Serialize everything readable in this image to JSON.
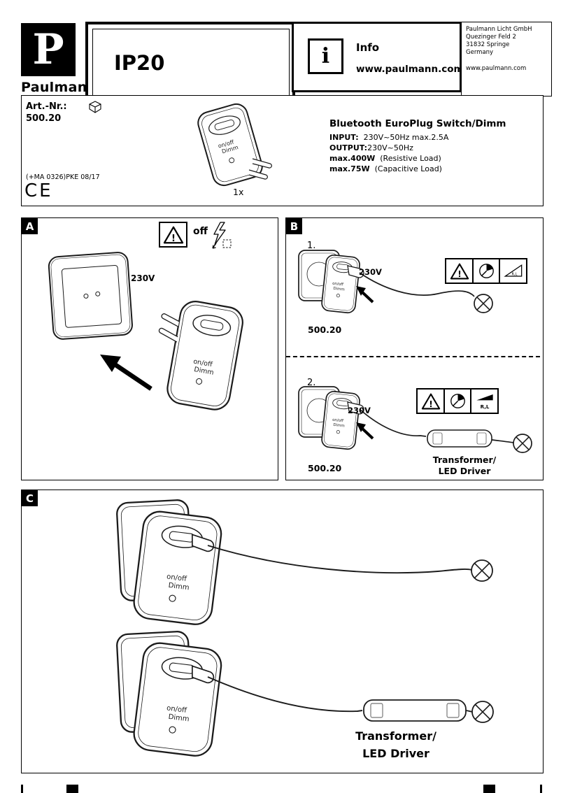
{
  "header": {
    "logo_letter": "P",
    "brand": "Paulmann",
    "ip_rating": "IP20",
    "info": {
      "icon": "i",
      "label": "Info",
      "url": "www.paulmann.com"
    },
    "address": {
      "line1": "Paulmann Licht GmbH",
      "line2": "Quezinger Feld 2",
      "line3": "31832 Springe",
      "line4": "Germany",
      "url": "www.paulmann.com"
    }
  },
  "product": {
    "art_label": "Art.-Nr.:",
    "art_number": "500.20",
    "quantity": "1x",
    "title": "Bluetooth EuroPlug Switch/Dimm",
    "input_label": "INPUT:",
    "input_value": "230V~50Hz max.2.5A",
    "output_label": "OUTPUT:",
    "output_value": "230V~50Hz",
    "max_resistive_bold": "max.400W",
    "max_resistive_rest": "(Resistive Load)",
    "max_capacitive_bold": "max.75W",
    "max_capacitive_rest": "(Capacitive Load)",
    "print_code": "(+MA 0326)PKE 08/17",
    "ce_mark": "CE"
  },
  "device": {
    "line1": "on/off",
    "line2": "Dimm"
  },
  "icons": {
    "warning": "!",
    "rl": "R,L"
  },
  "section_a": {
    "label": "A",
    "off_label": "off",
    "voltage": "230V"
  },
  "section_b": {
    "label": "B",
    "step1": {
      "number": "1.",
      "voltage": "230V",
      "art_number": "500.20"
    },
    "step2": {
      "number": "2.",
      "voltage": "230V",
      "art_number": "500.20"
    },
    "transformer_line1": "Transformer/",
    "transformer_line2": "LED Driver"
  },
  "section_c": {
    "label": "C",
    "transformer_line1": "Transformer/",
    "transformer_line2": "LED Driver"
  }
}
